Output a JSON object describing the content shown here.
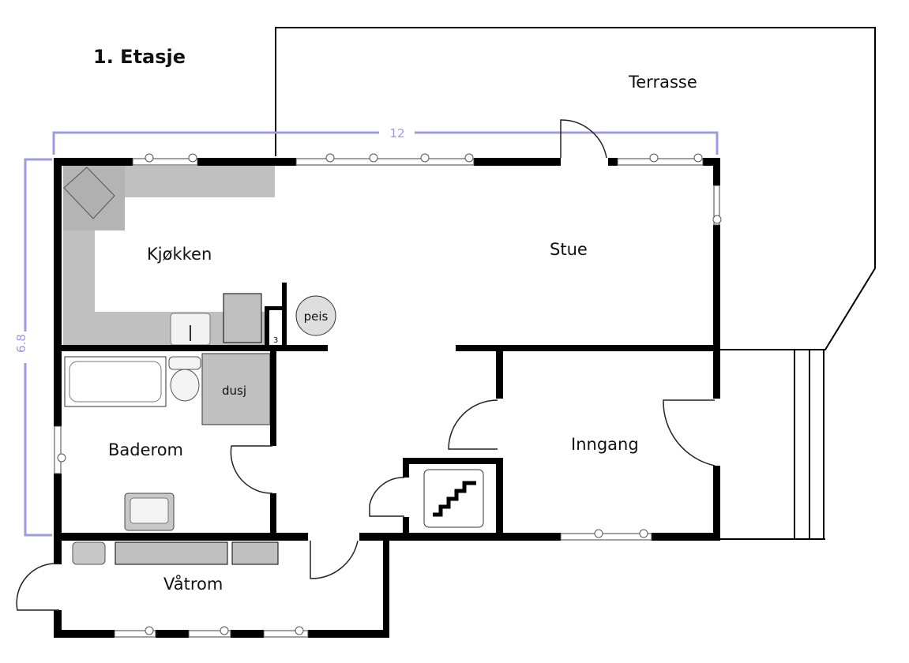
{
  "title": "1. Etasje",
  "dimensions": {
    "width": "12",
    "height": "6.8"
  },
  "rooms": {
    "terrace": "Terrasse",
    "living": "Stue",
    "kitchen": "Kjøkken",
    "fireplace": "peis",
    "bathroom": "Baderom",
    "shower": "dusj",
    "entrance": "Inngang",
    "laundry": "Våtrom"
  },
  "chimney_label": "3",
  "colors": {
    "walls": "#000000",
    "fixtures": "#c0c0c0",
    "dimension_lines": "#9c9ce0"
  }
}
